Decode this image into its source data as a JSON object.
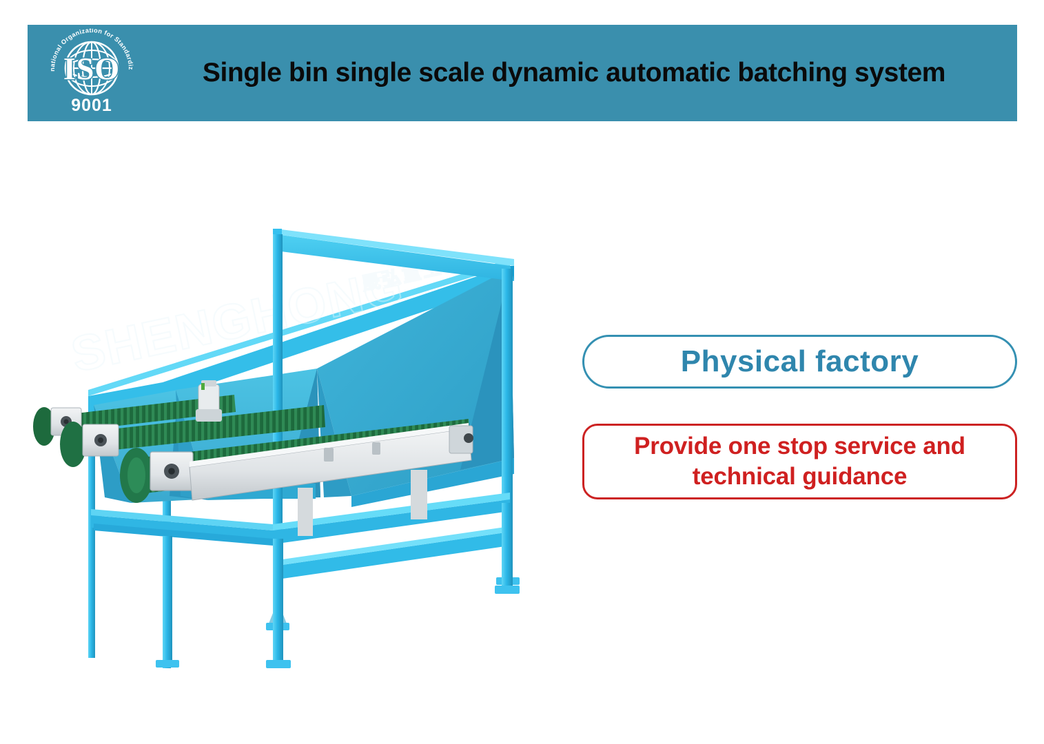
{
  "header": {
    "title": "Single bin single scale dynamic automatic batching system",
    "background_color": "#3a8fad",
    "title_color": "#0a0a0a",
    "iso_logo": {
      "mark": "ISO",
      "ring_text": "International Organization for Standardization",
      "standard_number": "9001"
    }
  },
  "photo": {
    "alt_name": "single-bin-single-scale-batching-machine-photo",
    "watermark_latin": "SHENGHONG",
    "watermark_cjk": "晟弘重工",
    "colors": {
      "frame_blue": "#29b6ea",
      "hopper_blue": "#3fb3d8",
      "hopper_shadow": "#2e9cc4",
      "belt_green": "#1f6b3f",
      "housing_grey": "#dfe3e6"
    }
  },
  "callouts": [
    {
      "id": "physical-factory",
      "label": "Physical factory",
      "text_color": "#2f86ad",
      "border_color": "#3490b2"
    },
    {
      "id": "one-stop-service",
      "label": "Provide one stop service and technical guidance",
      "text_color": "#cf2020",
      "border_color": "#cc2222"
    }
  ]
}
